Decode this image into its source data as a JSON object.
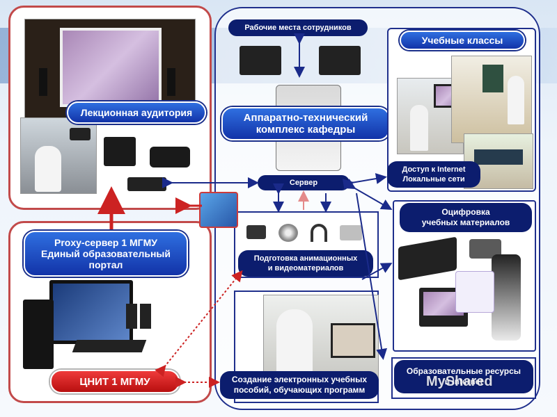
{
  "lecture": {
    "label": "Лекционная аудитория"
  },
  "center": {
    "title_line1": "Аппаратно-технический",
    "title_line2": "комплекс кафедры"
  },
  "workstations": {
    "label": "Рабочие места  сотрудников"
  },
  "classes": {
    "label": "Учебные классы"
  },
  "internet": {
    "line1": "Доступ к Internet",
    "line2": "Локальные сети"
  },
  "server": {
    "label": "Сервер"
  },
  "proxy": {
    "line1": "Proxy-сервер 1 МГМУ",
    "line2": "Единый образовательный",
    "line3": "портал"
  },
  "digitize": {
    "line1": "Оцифровка",
    "line2": "учебных материалов"
  },
  "anim": {
    "line1": "Подготовка анимационных",
    "line2": "и видеоматериалов"
  },
  "edres": {
    "line1": "Образовательные ресурсы",
    "line2": "в Internet"
  },
  "cnit": {
    "label": "ЦНИТ 1 МГМУ"
  },
  "ebooks": {
    "line1": "Создание электронных учебных",
    "line2": "пособий, обучающих программ"
  },
  "watermark": "MyShared",
  "colors": {
    "navy": "#0c1d6e",
    "red": "#c24a4a",
    "blue": "#1f2f8c"
  }
}
